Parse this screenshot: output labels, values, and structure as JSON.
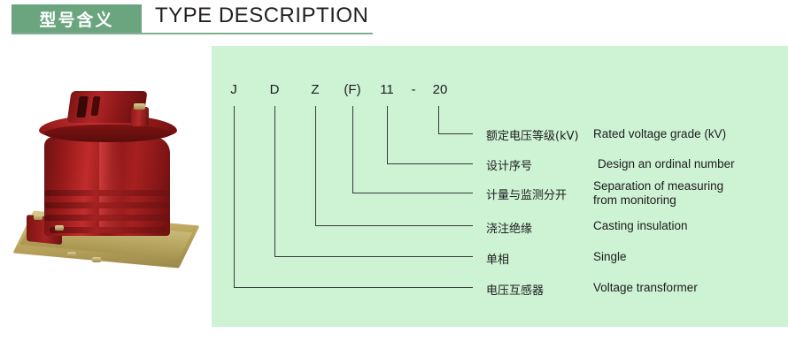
{
  "header": {
    "badge_label": "型号含义",
    "title": "TYPE DESCRIPTION",
    "badge_color": "#6ba57f",
    "rule_color": "#7fae92"
  },
  "panel": {
    "background_color": "#cdf2d4"
  },
  "product_image": {
    "alt": "JDZ(F)11-20 epoxy resin cast voltage transformer",
    "body_color": "#8d1717",
    "base_color": "#bda65f"
  },
  "type_code": {
    "segments": [
      {
        "id": "J",
        "text": "J"
      },
      {
        "id": "D",
        "text": "D"
      },
      {
        "id": "Z",
        "text": "Z"
      },
      {
        "id": "F",
        "text": "(F)"
      },
      {
        "id": "11",
        "text": "11"
      },
      {
        "id": "dash",
        "text": "-"
      },
      {
        "id": "20",
        "text": "20"
      }
    ],
    "full": "JDZ(F)11-20"
  },
  "legend": {
    "rows": [
      {
        "code": "20",
        "cn": "额定电压等级(kV)",
        "en_line1": "Rated voltage grade (kV)",
        "en_line2": ""
      },
      {
        "code": "11",
        "cn": "设计序号",
        "en_line1": "Design an ordinal number",
        "en_line2": ""
      },
      {
        "code": "(F)",
        "cn": "计量与监测分开",
        "en_line1": "Separation of  measuring",
        "en_line2": "from monitoring"
      },
      {
        "code": "Z",
        "cn": "浇注绝缘",
        "en_line1": "Casting insulation",
        "en_line2": ""
      },
      {
        "code": "D",
        "cn": "单相",
        "en_line1": "Single",
        "en_line2": ""
      },
      {
        "code": "J",
        "cn": "电压互感器",
        "en_line1": "Voltage transformer",
        "en_line2": ""
      }
    ]
  }
}
